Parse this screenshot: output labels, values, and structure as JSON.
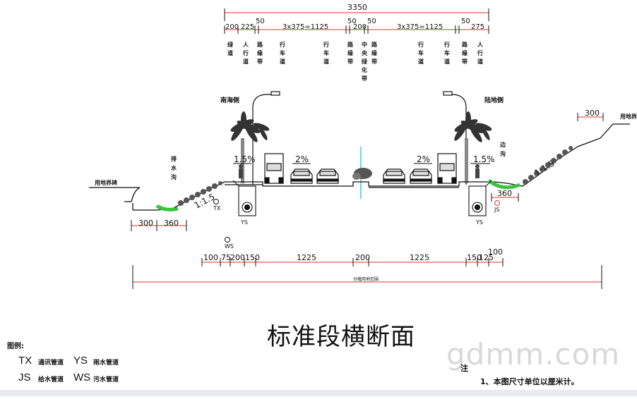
{
  "drawing": {
    "title": "标准段横断面",
    "total_width_label": "3350",
    "top_dims": [
      "200",
      "225",
      "50",
      "3x375=1125",
      "50",
      "200",
      "50",
      "3x375=1125",
      "50",
      "275"
    ],
    "lane_labels": [
      {
        "chars": [
          "绿",
          "道"
        ]
      },
      {
        "chars": [
          "人",
          "行",
          "道"
        ]
      },
      {
        "chars": [
          "路",
          "缘",
          "带"
        ]
      },
      {
        "chars": [
          "行",
          "车",
          "道"
        ]
      },
      {
        "chars": [
          "行",
          "车",
          "道"
        ]
      },
      {
        "chars": [
          "路",
          "缘",
          "带"
        ]
      },
      {
        "chars": [
          "中",
          "央",
          "绿",
          "化",
          "带"
        ]
      },
      {
        "chars": [
          "路",
          "缘",
          "带"
        ]
      },
      {
        "chars": [
          "行",
          "车",
          "道"
        ]
      },
      {
        "chars": [
          "行",
          "车",
          "道"
        ]
      },
      {
        "chars": [
          "路",
          "缘",
          "带"
        ]
      },
      {
        "chars": [
          "人",
          "行",
          "道"
        ]
      }
    ],
    "side_left": "南海侧",
    "side_right": "陆地侧",
    "boundary_left": "用地界碑",
    "boundary_right": "用地界碑",
    "ditch_left": [
      "排",
      "水",
      "沟"
    ],
    "ditch_right": [
      "边",
      "沟"
    ],
    "slope_left": "1:1.5",
    "slope_right": "1:1.5",
    "cross_slope_walk_left": "1.5%",
    "cross_slope_road_left": "2%",
    "cross_slope_road_right": "2%",
    "cross_slope_walk_right": "1.5%",
    "dim_300_right": "300",
    "dim_360_right": "360",
    "dim_300_left": "300",
    "dim_360_left": "360",
    "pipe_tx": "TX",
    "pipe_js": "JS",
    "pipe_ys_left": "YS",
    "pipe_ys_right": "YS",
    "pipe_ws": "WS",
    "bottom_dims_left": [
      "100",
      "75",
      "200",
      "150",
      "1225"
    ],
    "bottom_dim_center": "200",
    "bottom_dims_right": [
      "1225",
      "150",
      "125",
      "100"
    ],
    "bottom_total_label": "分幅用地范围"
  },
  "legend": {
    "heading": "图例:",
    "items": [
      {
        "code": "TX",
        "name": "通讯管道"
      },
      {
        "code": "YS",
        "name": "雨水管道"
      },
      {
        "code": "JS",
        "name": "给水管道"
      },
      {
        "code": "WS",
        "name": "污水管道"
      }
    ]
  },
  "notes": {
    "heading": "注",
    "line1": "1、本图尺寸单位以厘米计。"
  },
  "watermark": "gdmm.com",
  "colors": {
    "dimension": "#d9362b",
    "line": "#111111",
    "grass": "#39c43c",
    "median": "#19b9c9"
  }
}
